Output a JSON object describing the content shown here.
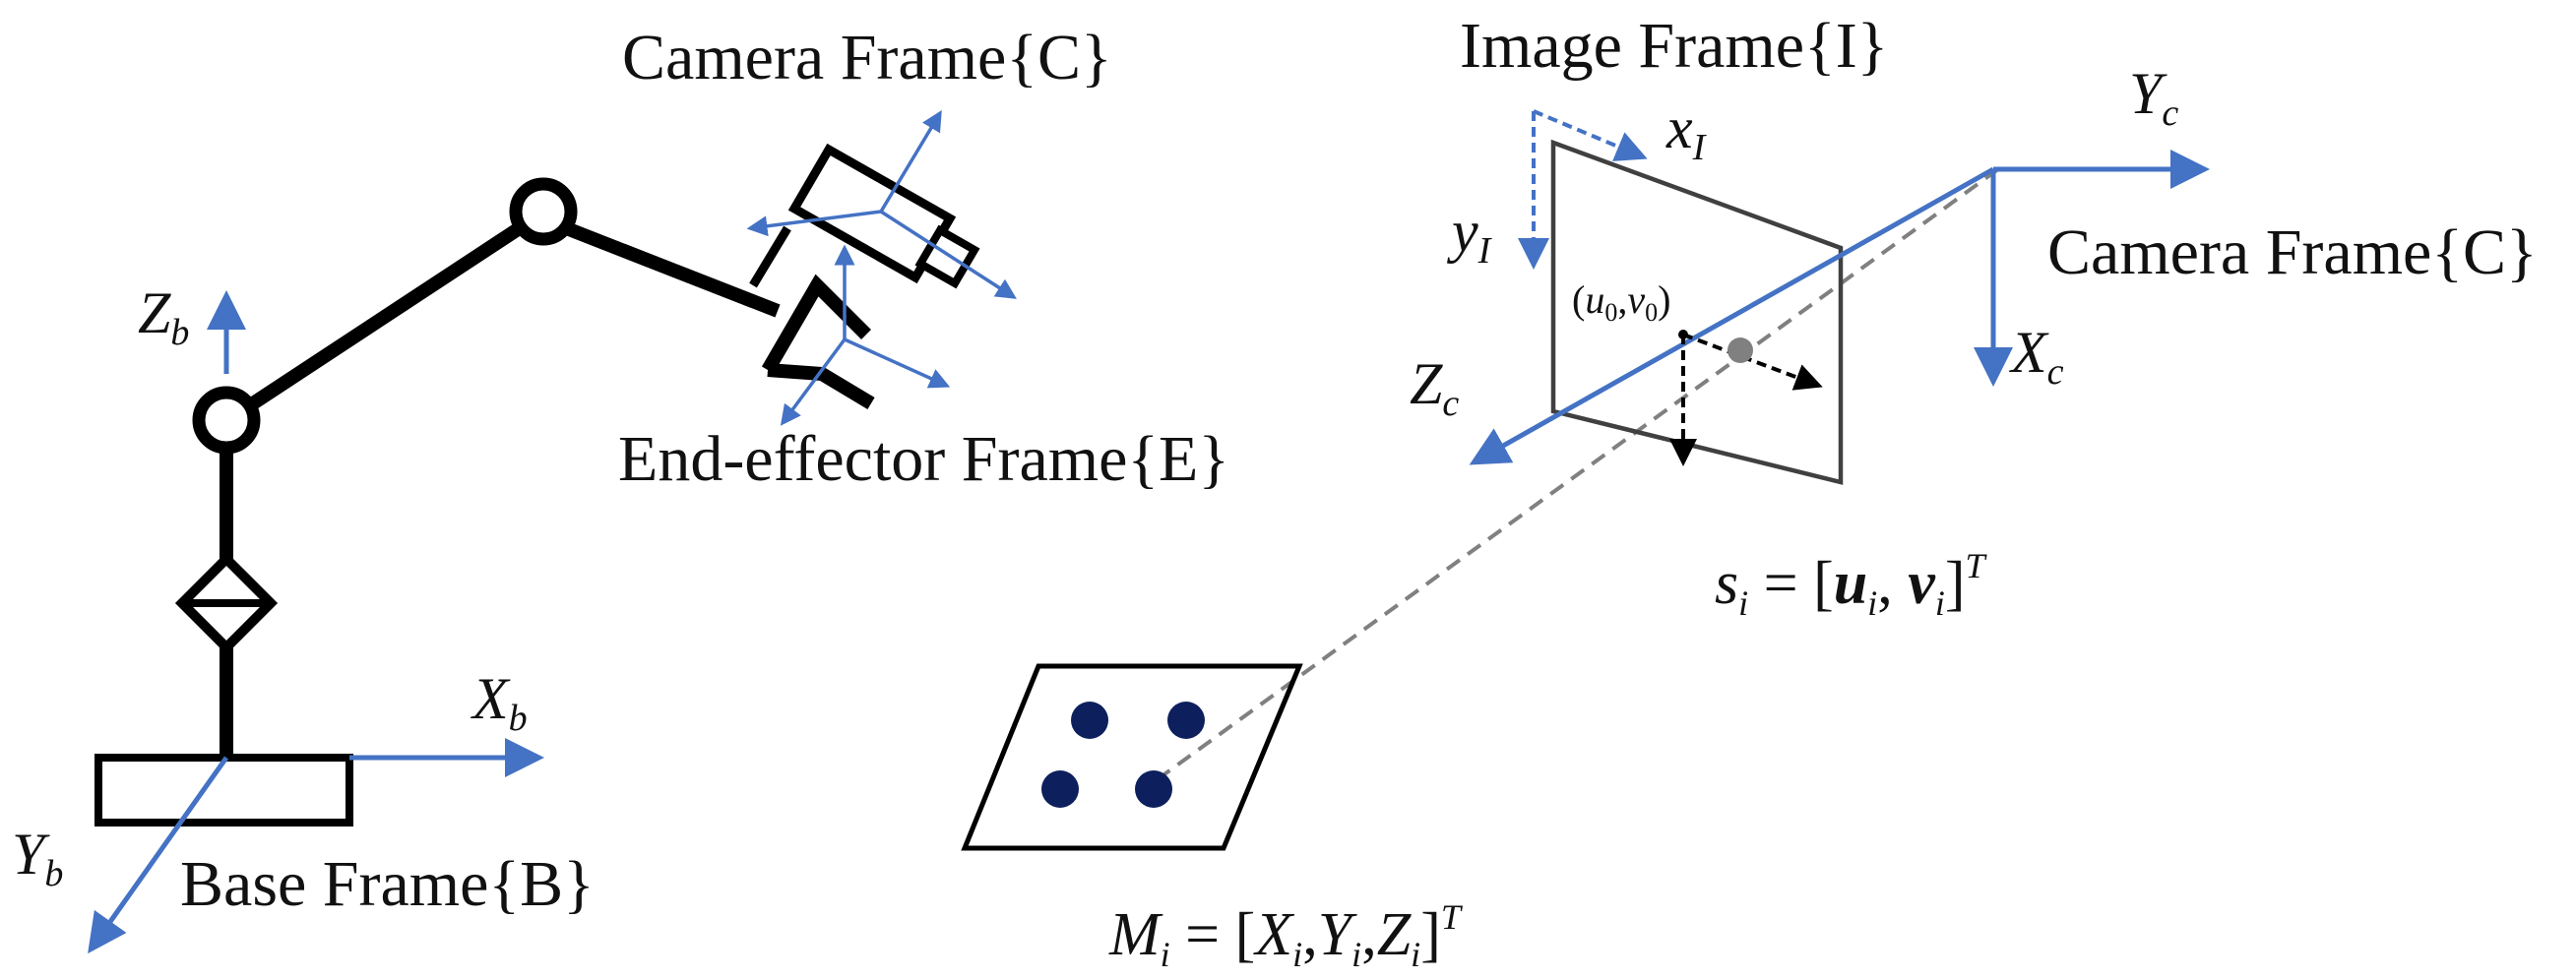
{
  "labels": {
    "camera_frame_left": "Camera Frame{C}",
    "end_effector_frame": "End-effector Frame{E}",
    "base_frame": "Base Frame{B}",
    "image_frame": "Image Frame{I}",
    "camera_frame_right": "Camera Frame{C}"
  },
  "axes": {
    "zb": {
      "main": "Z",
      "sub": "b"
    },
    "xb": {
      "main": "X",
      "sub": "b"
    },
    "yb": {
      "main": "Y",
      "sub": "b"
    },
    "xi": {
      "main": "x",
      "sub": "I"
    },
    "yi": {
      "main": "y",
      "sub": "I"
    },
    "yc": {
      "main": "Y",
      "sub": "c"
    },
    "xc": {
      "main": "X",
      "sub": "c"
    },
    "zc": {
      "main": "Z",
      "sub": "c"
    }
  },
  "principal_point": {
    "open": "(",
    "u": "u",
    "u_sub": "0",
    "comma": ",",
    "v": "v",
    "v_sub": "0",
    "close": ")"
  },
  "eq_s": {
    "s": "s",
    "s_sub": "i",
    "eq": " = [",
    "u": "u",
    "u_sub": "i",
    "comma": ", ",
    "v": "v",
    "v_sub": "i",
    "close": "]",
    "sup": "T"
  },
  "eq_m": {
    "m": "M",
    "m_sub": "i",
    "eq": " = [",
    "x": "X",
    "x_sub": "i",
    "c1": ",",
    "y": "Y",
    "y_sub": "i",
    "c2": ",",
    "z": "Z",
    "z_sub": "i",
    "close": "]",
    "sup": "T"
  },
  "colors": {
    "axis_blue": "#4472C4",
    "ink": "#000000",
    "target_dot": "#0D1F5C",
    "ray_gray": "#808080"
  }
}
